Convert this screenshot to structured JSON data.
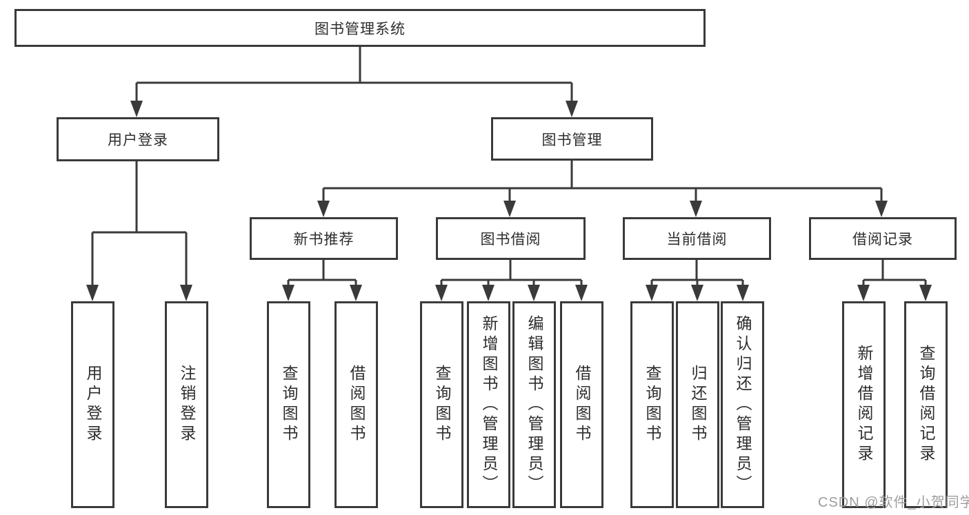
{
  "diagram": {
    "root": {
      "label": "图书管理系统"
    },
    "branches": {
      "user_login": {
        "label": "用户登录"
      },
      "book_management": {
        "label": "图书管理"
      }
    },
    "sections": {
      "new_book_recommend": {
        "label": "新书推荐"
      },
      "book_borrow": {
        "label": "图书借阅"
      },
      "current_borrow": {
        "label": "当前借阅"
      },
      "borrow_record": {
        "label": "借阅记录"
      }
    },
    "leaves": [
      {
        "id": "user-login",
        "label": "用户登录"
      },
      {
        "id": "logout",
        "label": "注销登录"
      },
      {
        "id": "recommend-query-book",
        "label": "查询图书"
      },
      {
        "id": "recommend-borrow-book",
        "label": "借阅图书"
      },
      {
        "id": "borrow-query-book",
        "label": "查询图书"
      },
      {
        "id": "borrow-add-book",
        "label": "新增图书（管理员）"
      },
      {
        "id": "borrow-edit-book",
        "label": "编辑图书（管理员）"
      },
      {
        "id": "borrow-borrow-book",
        "label": "借阅图书"
      },
      {
        "id": "current-query-book",
        "label": "查询图书"
      },
      {
        "id": "current-return-book",
        "label": "归还图书"
      },
      {
        "id": "current-confirm-return",
        "label": "确认归还（管理员）"
      },
      {
        "id": "record-add-record",
        "label": "新增借阅记录"
      },
      {
        "id": "record-query-record",
        "label": "查询借阅记录"
      }
    ]
  },
  "watermark": {
    "text": "CSDN @软件_小贺同学"
  },
  "colors": {
    "line": "#3a3a3a",
    "box_border": "#3a3a3a",
    "box_fill": "#ffffff",
    "text": "#2d2d2d",
    "watermark": "#9d9d9d",
    "background": "#ffffff"
  }
}
